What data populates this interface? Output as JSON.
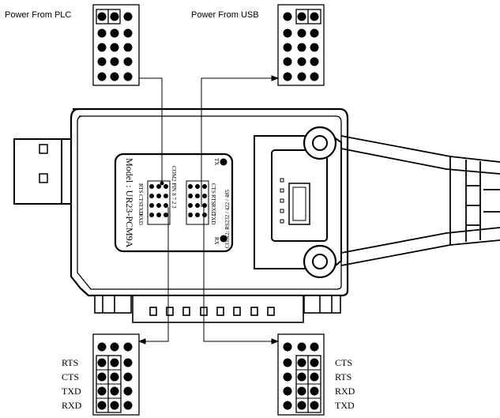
{
  "labels": {
    "power_plc": "Power From PLC",
    "power_usb": "Power From USB"
  },
  "board": {
    "model": "Model : UR23-PCM9A",
    "com": "COM2: RS232 / 422 / 485",
    "tx": "TX",
    "rx": "RX",
    "jumper_title": "COM2 PIN 8 7 2 3",
    "left_pins": [
      "RTS",
      "CTS",
      "TXD",
      "RXD"
    ],
    "right_pins": [
      "CTS",
      "RTS",
      "RXD",
      "TXD"
    ]
  },
  "bottom_left_pins": [
    "RTS",
    "CTS",
    "TXD",
    "RXD"
  ],
  "bottom_right_pins": [
    "CTS",
    "RTS",
    "RXD",
    "TXD"
  ]
}
